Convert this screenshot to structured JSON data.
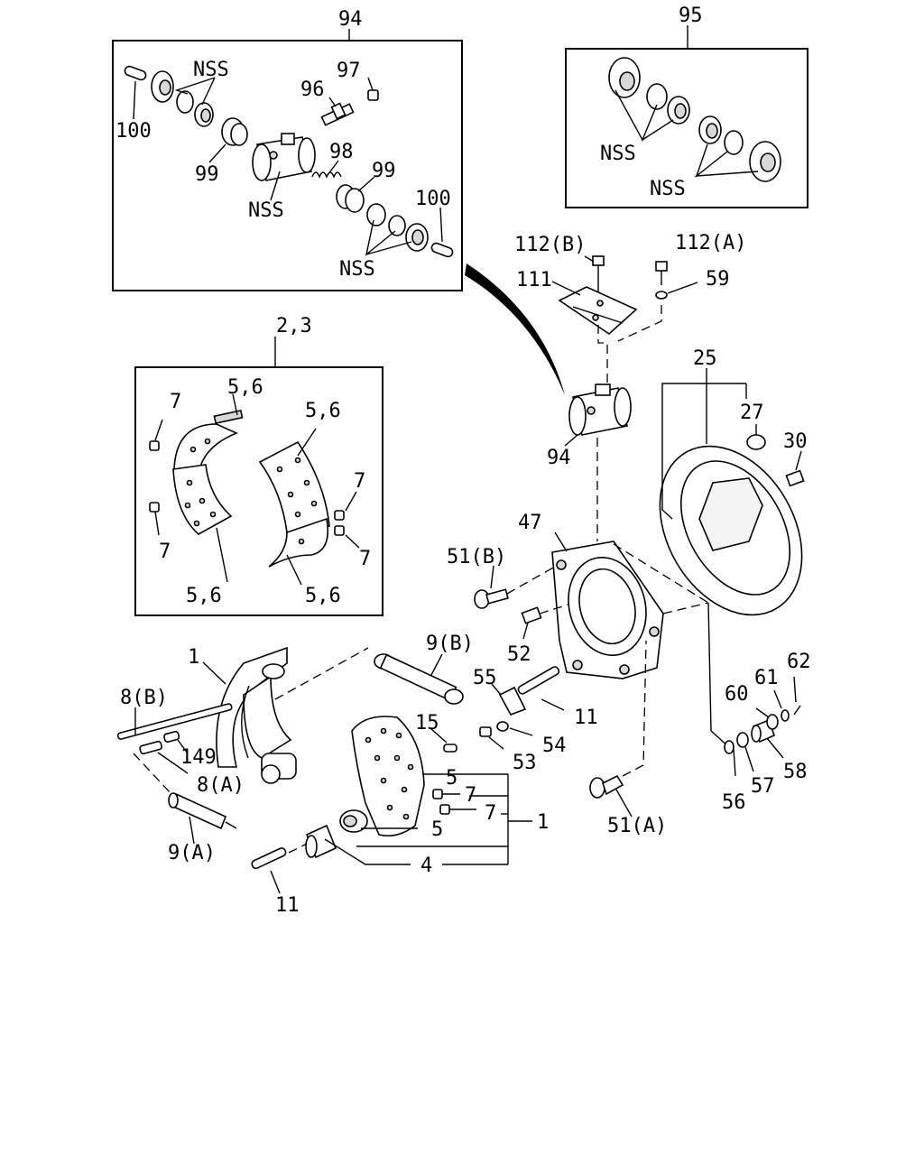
{
  "labels": {
    "l94_top": "94",
    "l95": "95",
    "l97": "97",
    "l96": "96",
    "l100_a": "100",
    "l100_b": "100",
    "l99_a": "99",
    "l99_b": "99",
    "l98": "98",
    "nss_1": "NSS",
    "nss_2": "NSS",
    "nss_3": "NSS",
    "nss_4": "NSS",
    "nss_5": "NSS",
    "l112b": "112(B)",
    "l112a": "112(A)",
    "l111": "111",
    "l59": "59",
    "l94_mid": "94",
    "l23": "2,3",
    "l56_a": "5,6",
    "l56_b": "5,6",
    "l56_c": "5,6",
    "l56_d": "5,6",
    "l7_a": "7",
    "l7_b": "7",
    "l7_c": "7",
    "l7_d": "7",
    "l25": "25",
    "l27": "27",
    "l30": "30",
    "l47": "47",
    "l51b": "51(B)",
    "l52": "52",
    "l1_a": "1",
    "l9b": "9(B)",
    "l55": "55",
    "l11_a": "11",
    "l8b": "8(B)",
    "l149": "149",
    "l8a": "8(A)",
    "l15": "15",
    "l54": "54",
    "l53": "53",
    "l5_a": "5",
    "l7_e": "7",
    "l7_f": "7",
    "l1_b": "1",
    "l5_b": "5",
    "l9a": "9(A)",
    "l4": "4",
    "l11_b": "11",
    "l51a": "51(A)",
    "l60": "60",
    "l61": "61",
    "l62": "62",
    "l58": "58",
    "l57": "57",
    "l56": "56"
  }
}
